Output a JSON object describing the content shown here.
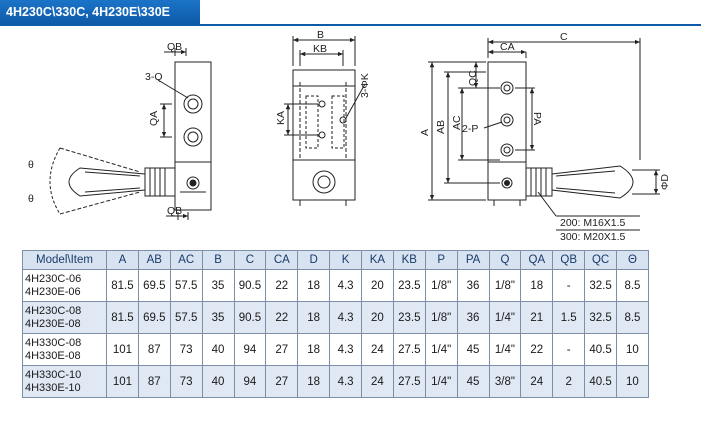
{
  "header": {
    "title": "4H230C\\330C, 4H230E\\330E"
  },
  "drawing": {
    "labels": {
      "qb": "QB",
      "q3": "3-Q",
      "qa": "QA",
      "theta": "θ",
      "qb_bottom": "QB",
      "b": "B",
      "kb": "KB",
      "k3": "3-ΦK",
      "ka": "KA",
      "ca": "CA",
      "c": "C",
      "a": "A",
      "ab": "AB",
      "ac": "AC",
      "qc": "QC",
      "p2": "2-P",
      "pa": "PA",
      "d": "ΦD",
      "thread200": "200: M16X1.5",
      "thread300": "300: M20X1.5"
    }
  },
  "table": {
    "columns": [
      "Model\\Item",
      "A",
      "AB",
      "AC",
      "B",
      "C",
      "CA",
      "D",
      "K",
      "KA",
      "KB",
      "P",
      "PA",
      "Q",
      "QA",
      "QB",
      "QC",
      "Θ"
    ],
    "rows": [
      {
        "model": [
          "4H230C-06",
          "4H230E-06"
        ],
        "values": [
          "81.5",
          "69.5",
          "57.5",
          "35",
          "90.5",
          "22",
          "18",
          "4.3",
          "20",
          "23.5",
          "1/8\"",
          "36",
          "1/8\"",
          "18",
          "-",
          "32.5",
          "8.5"
        ]
      },
      {
        "model": [
          "4H230C-08",
          "4H230E-08"
        ],
        "values": [
          "81.5",
          "69.5",
          "57.5",
          "35",
          "90.5",
          "22",
          "18",
          "4.3",
          "20",
          "23.5",
          "1/8\"",
          "36",
          "1/4\"",
          "21",
          "1.5",
          "32.5",
          "8.5"
        ]
      },
      {
        "model": [
          "4H330C-08",
          "4H330E-08"
        ],
        "values": [
          "101",
          "87",
          "73",
          "40",
          "94",
          "27",
          "18",
          "4.3",
          "24",
          "27.5",
          "1/4\"",
          "45",
          "1/4\"",
          "22",
          "-",
          "40.5",
          "10"
        ]
      },
      {
        "model": [
          "4H330C-10",
          "4H330E-10"
        ],
        "values": [
          "101",
          "87",
          "73",
          "40",
          "94",
          "27",
          "18",
          "4.3",
          "24",
          "27.5",
          "1/4\"",
          "45",
          "3/8\"",
          "24",
          "2",
          "40.5",
          "10"
        ]
      }
    ]
  }
}
